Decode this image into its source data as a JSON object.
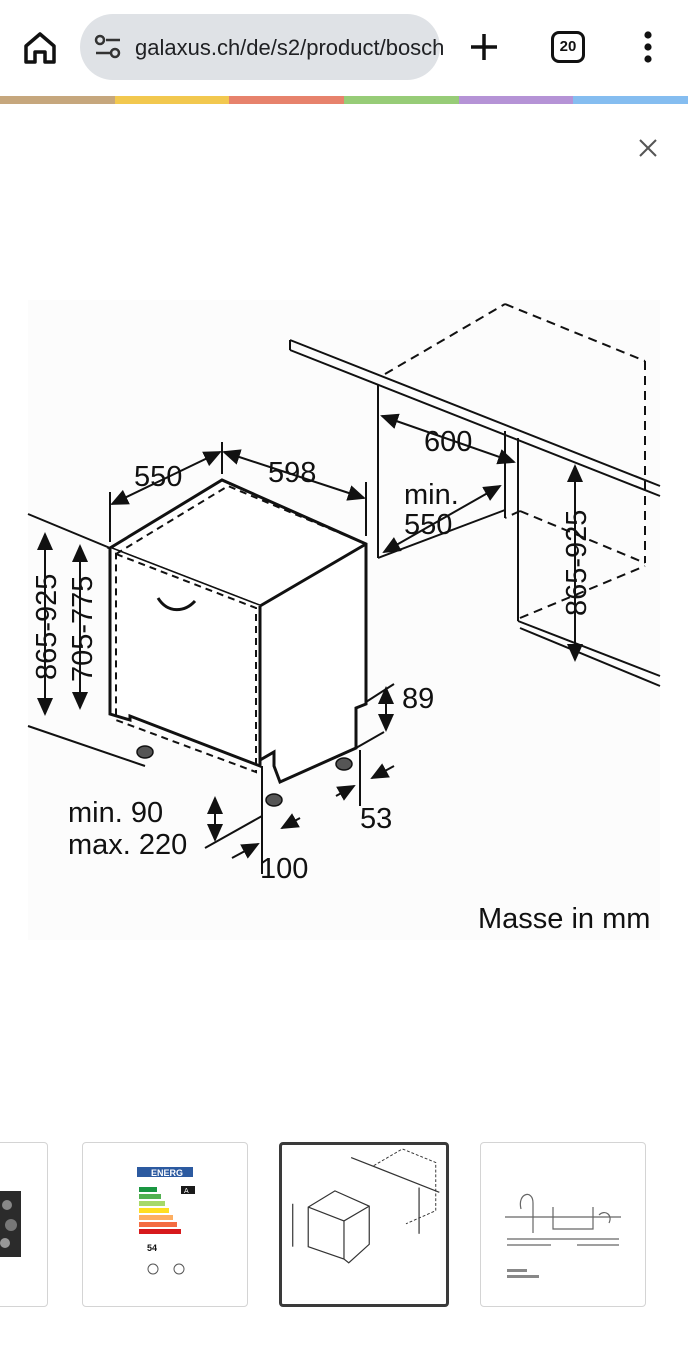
{
  "browser": {
    "url": "galaxus.ch/de/s2/product/bosch",
    "tab_count": "20",
    "stripe_colors": [
      "#c6a77d",
      "#f2c84f",
      "#e7826c",
      "#97cc77",
      "#b593d6",
      "#85bdf0"
    ]
  },
  "icons": {
    "home": "home-icon",
    "site_settings": "tune-icon",
    "new_tab": "plus-icon",
    "menu": "more-vert-icon",
    "close": "close-icon"
  },
  "diagram": {
    "dims": {
      "depth": "550",
      "width": "598",
      "niche_width": "600",
      "niche_depth_min": "min.",
      "niche_depth_val": "550",
      "height_outer": "865-925",
      "height_inner": "705-775",
      "niche_height": "865-925",
      "base_height": "89",
      "offset_53": "53",
      "plinth_min": "min. 90",
      "plinth_max": "max. 220",
      "foot_100": "100"
    },
    "caption": "Masse in mm"
  },
  "thumbnails": [
    {
      "name": "product-photo",
      "selected": false
    },
    {
      "name": "energy-label",
      "selected": false,
      "energy_text": "ENERG",
      "class": "A",
      "value": "54"
    },
    {
      "name": "dimension-drawing",
      "selected": true
    },
    {
      "name": "installation-drawing",
      "selected": false
    }
  ]
}
